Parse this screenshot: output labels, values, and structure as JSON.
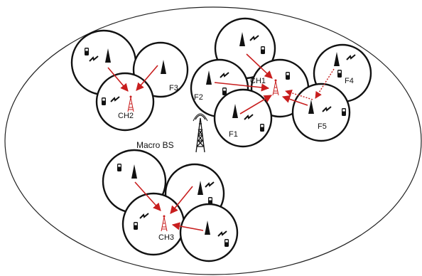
{
  "diagram": {
    "labels": {
      "macro_bs": "Macro  BS",
      "ch1": "CH1",
      "ch2": "CH2",
      "ch3": "CH3",
      "f1": "F1",
      "f2": "F2",
      "f3": "F3",
      "f4": "F4",
      "f5": "F5"
    },
    "colors": {
      "arrow": "#c81e1e",
      "outline": "#111111",
      "background": "#ffffff"
    }
  }
}
